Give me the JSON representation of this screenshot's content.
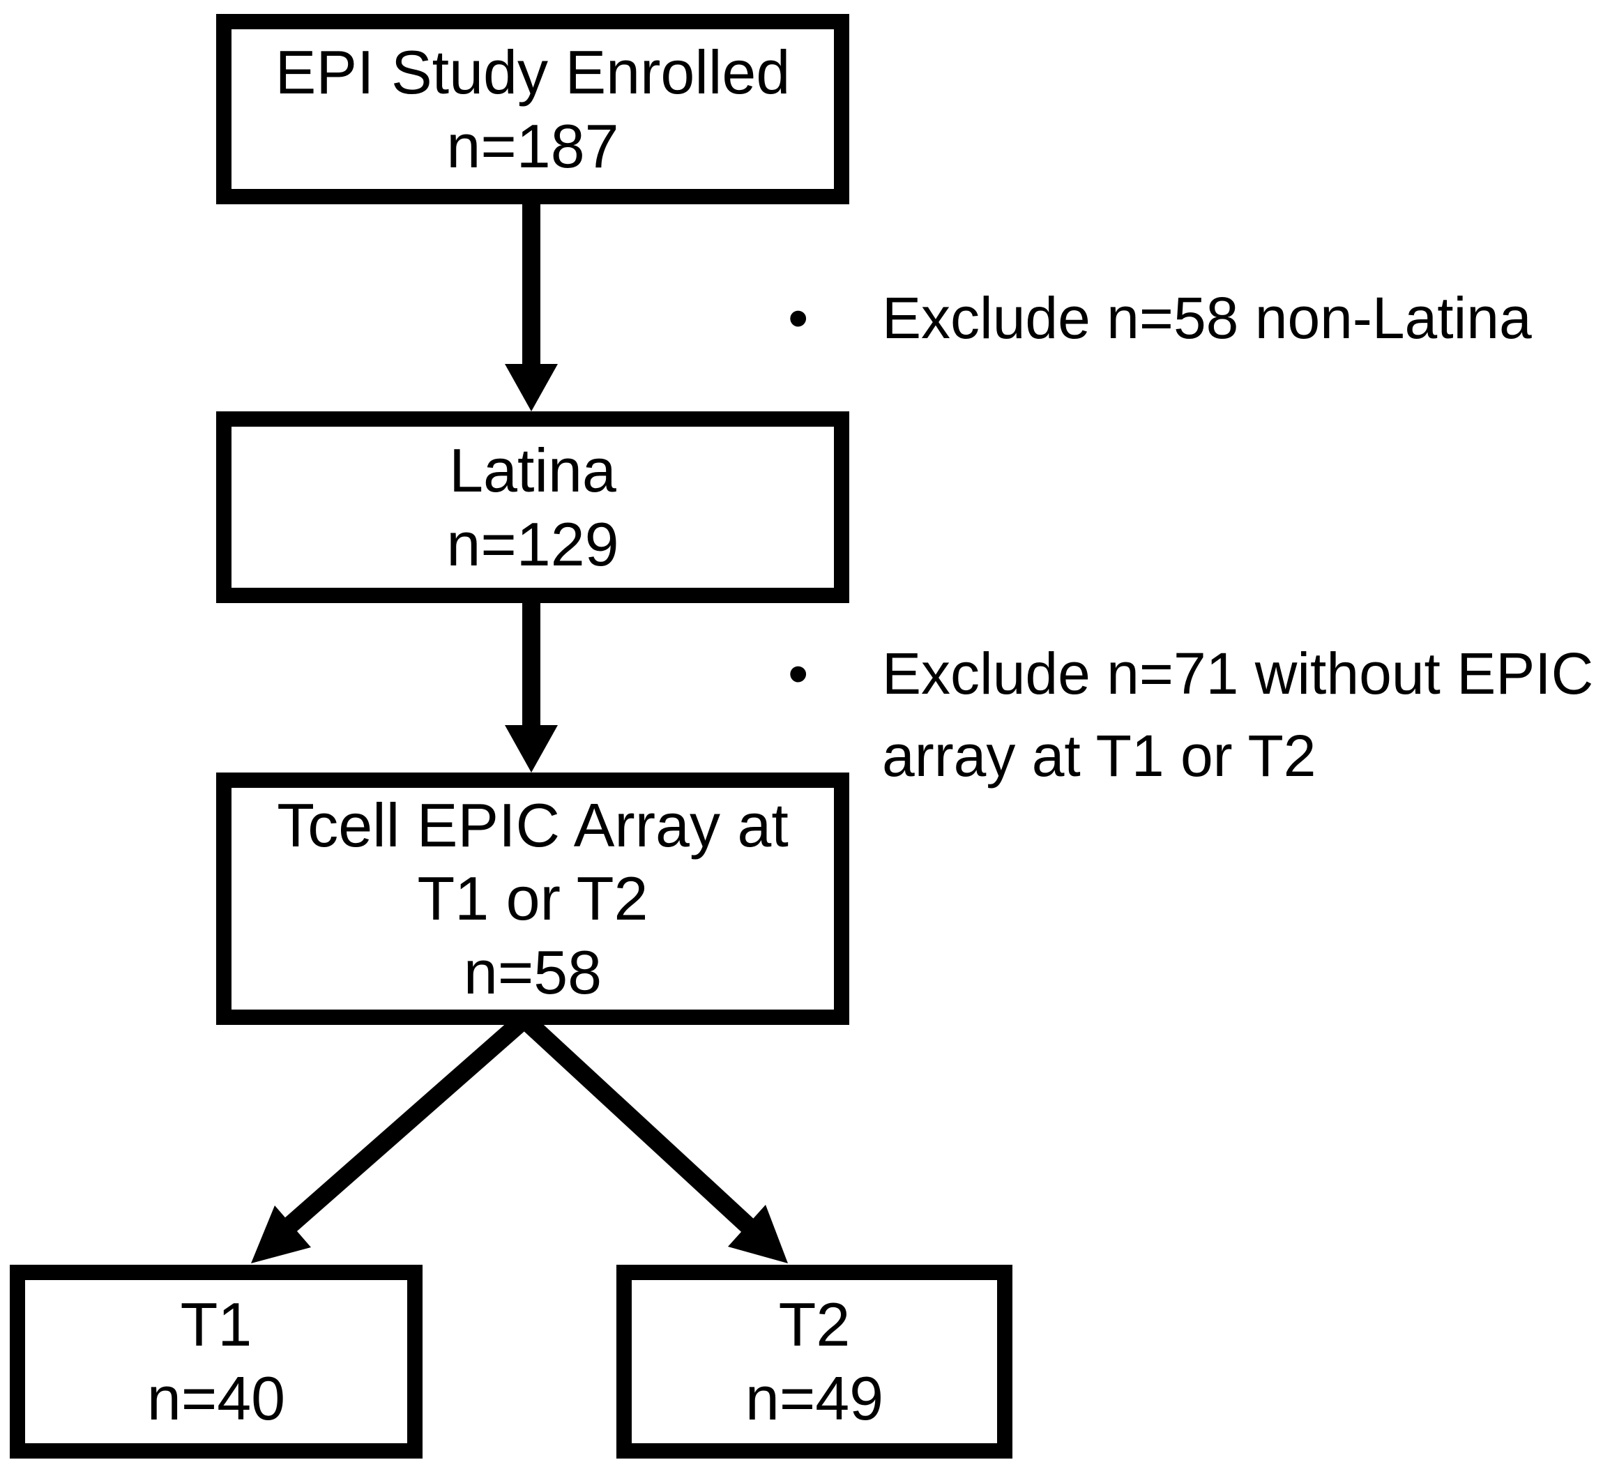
{
  "diagram": {
    "background_color": "#ffffff",
    "line_color": "#000000",
    "nodes": [
      {
        "id": "epi-study-enrolled",
        "lines": [
          "EPI Study Enrolled",
          "n=187"
        ]
      },
      {
        "id": "latina",
        "lines": [
          "Latina",
          "n=129"
        ]
      },
      {
        "id": "tcell-epic-array",
        "lines": [
          "Tcell EPIC Array at",
          "T1 or T2",
          "n=58"
        ]
      },
      {
        "id": "t1",
        "lines": [
          "T1",
          "n=40"
        ]
      },
      {
        "id": "t2",
        "lines": [
          "T2",
          "n=49"
        ]
      }
    ],
    "annotations": [
      {
        "bullet": "•",
        "lines": [
          "Exclude n=58 non-Latina"
        ]
      },
      {
        "bullet": "•",
        "lines": [
          "Exclude n=71 without EPIC",
          "array at T1 or T2"
        ]
      }
    ]
  }
}
